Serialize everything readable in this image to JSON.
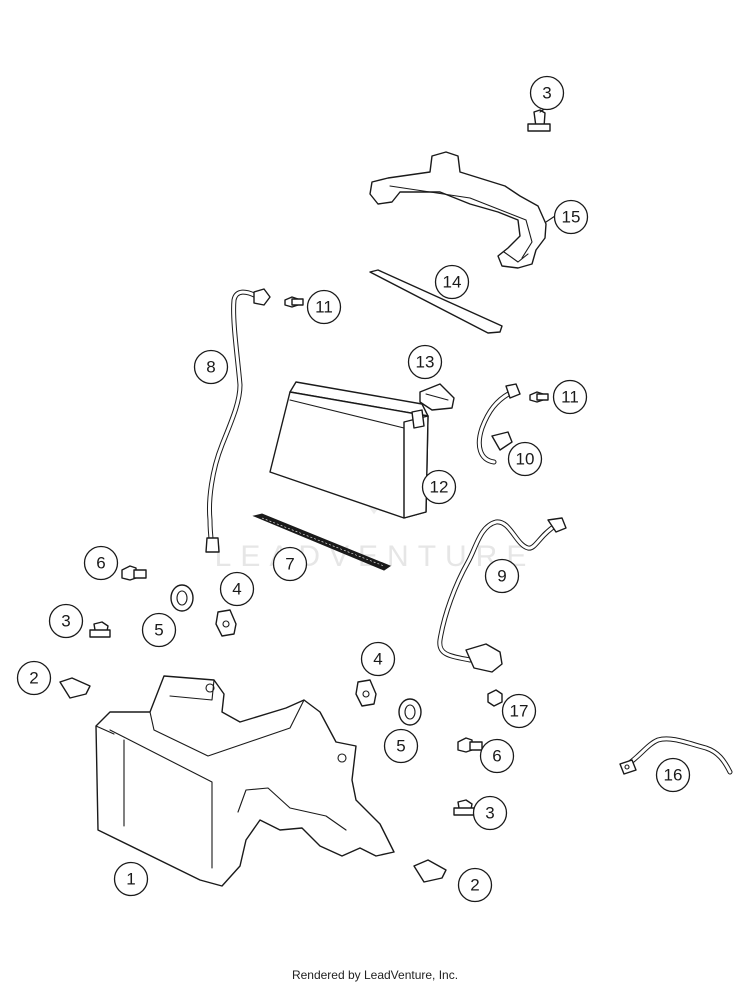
{
  "diagram": {
    "callouts": [
      "3",
      "15",
      "14",
      "11",
      "8",
      "13",
      "11",
      "10",
      "12",
      "7",
      "9",
      "6",
      "4",
      "3",
      "5",
      "2",
      "4",
      "17",
      "5",
      "6",
      "16",
      "3",
      "1",
      "2"
    ]
  },
  "watermark": {
    "text": "LEADVENTURE"
  },
  "footer": {
    "text": "Rendered by LeadVenture, Inc."
  }
}
